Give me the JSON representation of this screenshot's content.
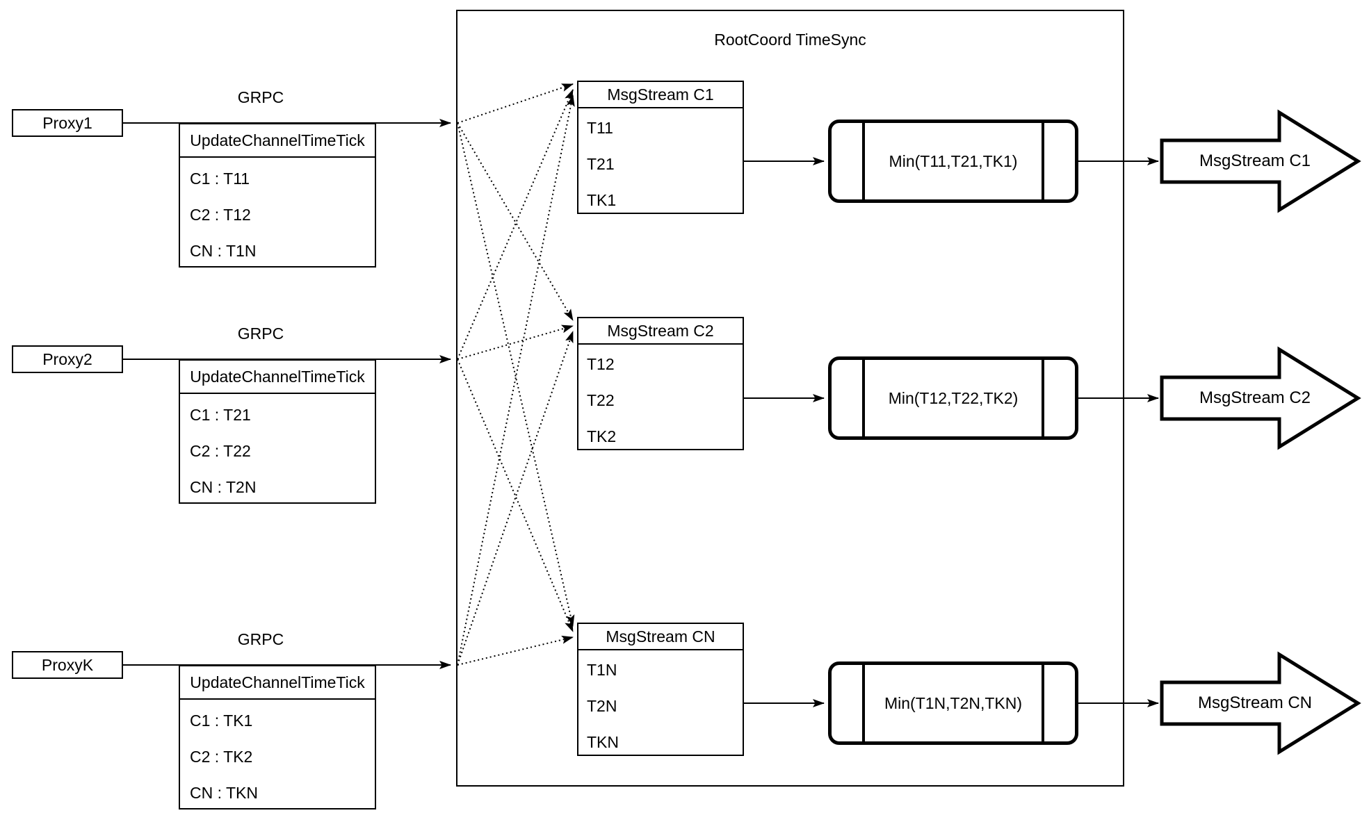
{
  "diagram": {
    "title": "RootCoord TimeSync",
    "colors": {
      "line": "#000000",
      "background": "#ffffff"
    },
    "proxies": [
      {
        "name": "Proxy1",
        "protocol": "GRPC",
        "table": {
          "header": "UpdateChannelTimeTick",
          "rows": [
            "C1 :  T11",
            "C2 :  T12",
            "CN : T1N"
          ]
        }
      },
      {
        "name": "Proxy2",
        "protocol": "GRPC",
        "table": {
          "header": "UpdateChannelTimeTick",
          "rows": [
            "C1 :  T21",
            "C2 :  T22",
            "CN : T2N"
          ]
        }
      },
      {
        "name": "ProxyK",
        "protocol": "GRPC",
        "table": {
          "header": "UpdateChannelTimeTick",
          "rows": [
            "C1 :  TK1",
            "C2 :  TK2",
            "CN : TKN"
          ]
        }
      }
    ],
    "streams": [
      {
        "table": {
          "header": "MsgStream C1",
          "rows": [
            "T11",
            "T21",
            "TK1"
          ]
        },
        "min": "Min(T11,T21,TK1)",
        "output": "MsgStream C1"
      },
      {
        "table": {
          "header": "MsgStream C2",
          "rows": [
            "T12",
            "T22",
            "TK2"
          ]
        },
        "min": "Min(T12,T22,TK2)",
        "output": "MsgStream C2"
      },
      {
        "table": {
          "header": "MsgStream CN",
          "rows": [
            "T1N",
            "T2N",
            "TKN"
          ]
        },
        "min": "Min(T1N,T2N,TKN)",
        "output": "MsgStream CN"
      }
    ]
  }
}
